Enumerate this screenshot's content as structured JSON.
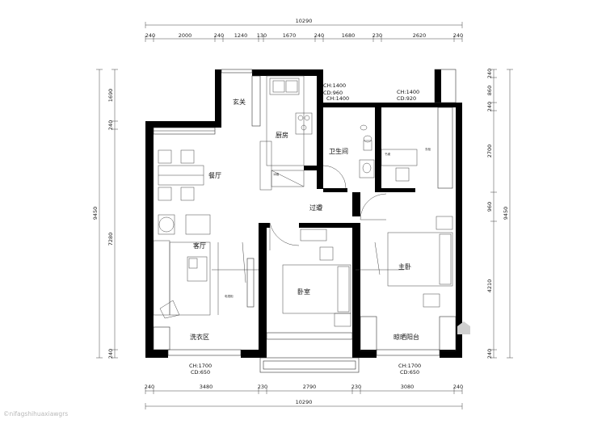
{
  "dimensions": {
    "top_total": "10290",
    "top_segments": [
      "240",
      "2000",
      "240",
      "1240",
      "130",
      "1670",
      "240",
      "1680",
      "230",
      "2620",
      "240"
    ],
    "bottom_total": "10290",
    "bottom_segments": [
      "240",
      "3480",
      "230",
      "2790",
      "230",
      "3080",
      "240"
    ],
    "left_total": "9450",
    "left_segments": [
      "1690",
      "240",
      "7280",
      "240"
    ],
    "right_total": "9450",
    "right_segments": [
      "240",
      "860",
      "240",
      "2700",
      "960",
      "4210",
      "240"
    ]
  },
  "rooms": {
    "entrance": "玄关",
    "kitchen": "厨房",
    "bathroom": "卫生间",
    "dining": "餐厅",
    "living": "客厅",
    "hallway": "过道",
    "bedroom": "卧室",
    "master_bedroom": "主卧",
    "laundry": "洗衣区",
    "balcony": "晾晒阳台"
  },
  "windows": {
    "kitchen_ch": "CH:1400",
    "kitchen_cd": "CD:960",
    "bath_ch": "CH:1400",
    "master_ch": "CH:1400",
    "master_cd": "CD:920",
    "laundry_ch": "CH:1700",
    "laundry_cd": "CD:650",
    "balcony_ch": "CH:1700",
    "balcony_cd": "CD:650"
  },
  "labels": {
    "fridge": "冰箱",
    "stove": "燃气灶",
    "tv_cabinet": "电视柜",
    "desk": "书桌",
    "wardrobe": "衣柜"
  },
  "watermark": "©nifagshihuaxiawgrs"
}
